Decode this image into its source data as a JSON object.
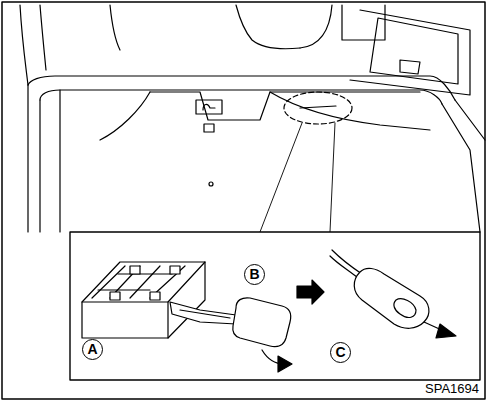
{
  "diagram": {
    "labels": [
      "A",
      "B",
      "C",
      "SPA1694"
    ]
  }
}
